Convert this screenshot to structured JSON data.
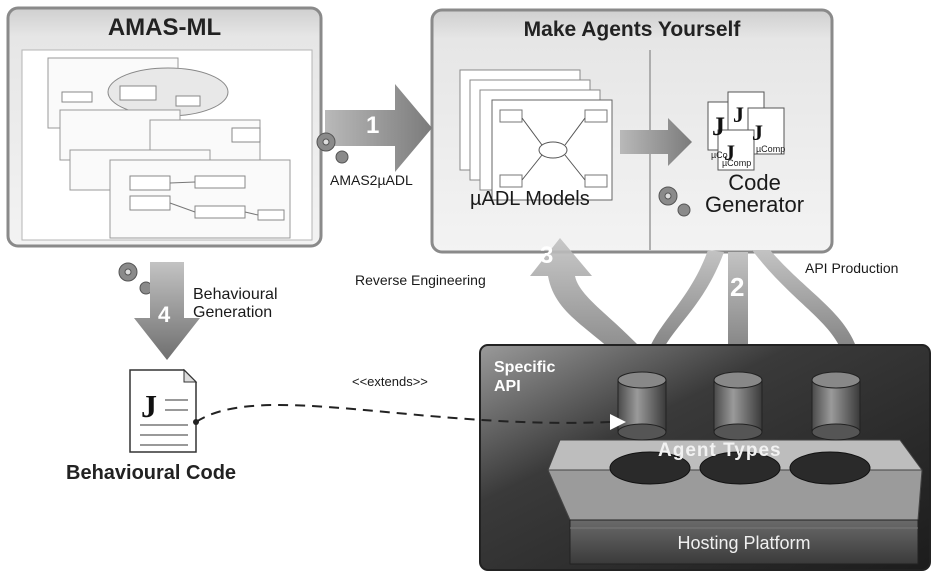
{
  "amas_ml": {
    "title": "AMAS-ML"
  },
  "make_agents": {
    "title": "Make Agents Yourself"
  },
  "models": {
    "label": "µADL Models"
  },
  "generator": {
    "line1": "Code",
    "line2": "Generator",
    "doc_label_a": "µCo",
    "doc_label_b": "µComp",
    "doc_label_c": "µComp"
  },
  "steps": {
    "s1": {
      "number": "1",
      "label": "AMAS2µADL"
    },
    "s2": {
      "number": "2"
    },
    "s3": {
      "number": "3",
      "label": "Reverse Engineering"
    },
    "s4": {
      "number": "4",
      "label_line1": "Behavioural",
      "label_line2": "Generation"
    },
    "api_production": "API Production"
  },
  "behavioural_code": {
    "label": "Behavioural Code",
    "icon_letter": "J"
  },
  "extends": {
    "label": "<<extends>>"
  },
  "platform": {
    "specific_api_line1": "Specific",
    "specific_api_line2": "API",
    "agent_types": "Agent Types",
    "hosting": "Hosting Platform"
  },
  "colors": {
    "panel_border": "#8a8a8a",
    "arrow_fill": "#8c8c8c",
    "platform_dark": "#2e2e2e"
  }
}
